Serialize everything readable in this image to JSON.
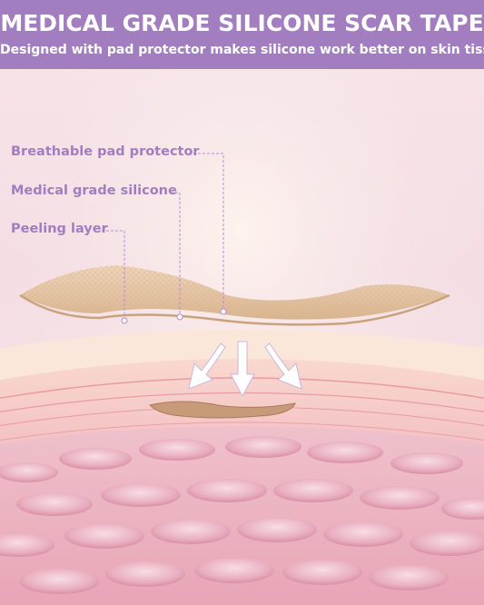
{
  "banner": {
    "title": "MEDICAL GRADE SILICONE SCAR TAPE",
    "subtitle": "Designed with pad protector makes silicone work better on skin tissue"
  },
  "layers": {
    "pad_protector": "Breathable pad protector",
    "silicone": "Medical grade silicone",
    "peeling": "Peeling layer"
  },
  "colors": {
    "banner": "#a27ec0",
    "label_text": "#a27ec0",
    "tape": "#e9c9a8",
    "skin_top": "#f2b3b9",
    "skin_tissue": "#e8a5b4",
    "arrow": "#ffffff"
  },
  "icons": [
    "arrow-down-icon",
    "arrow-down-icon",
    "arrow-down-icon"
  ]
}
